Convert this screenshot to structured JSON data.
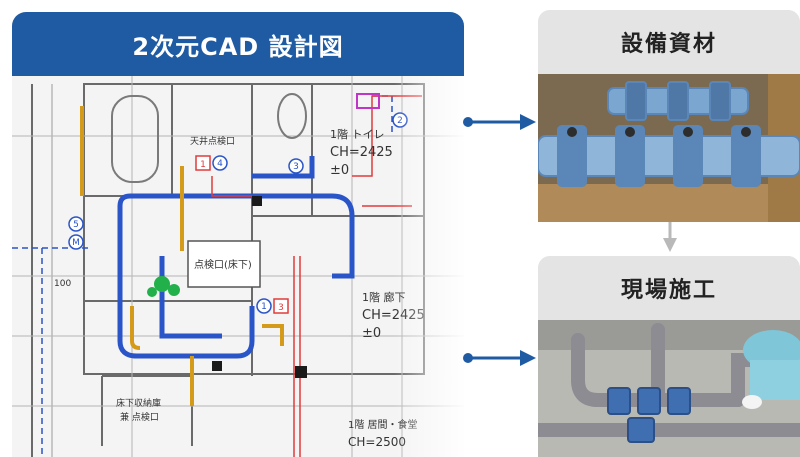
{
  "cad": {
    "title": "2次元CAD 設計図",
    "labels": {
      "toilet_room": "1階 トイレ",
      "toilet_ch": "CH=2425",
      "toilet_pm": "±0",
      "hall_room": "1階 廊下",
      "hall_ch": "CH=2425",
      "hall_pm": "±0",
      "living_room": "1階 居間・食堂",
      "living_ch": "CH=2500",
      "inspection": "点検口(床下)",
      "ceiling_inspect": "天井点検口",
      "dim": "100",
      "underfloor_a": "床下収納庫",
      "underfloor_b": "兼 点検口",
      "callout_1": "1",
      "callout_2": "2",
      "callout_3": "3",
      "callout_4": "4",
      "callout_5": "5",
      "callout_m": "M"
    }
  },
  "cards": {
    "equipment": {
      "title": "設備資材"
    },
    "site": {
      "title": "現場施工"
    }
  },
  "colors": {
    "header_blue": "#1f5ba3",
    "pipe_blue": "#2a55c8",
    "pipe_red": "#e23b3b",
    "pipe_orange": "#d49a1a",
    "fitting_blue": "#5a86b8",
    "card_gray": "#e4e4e4"
  }
}
